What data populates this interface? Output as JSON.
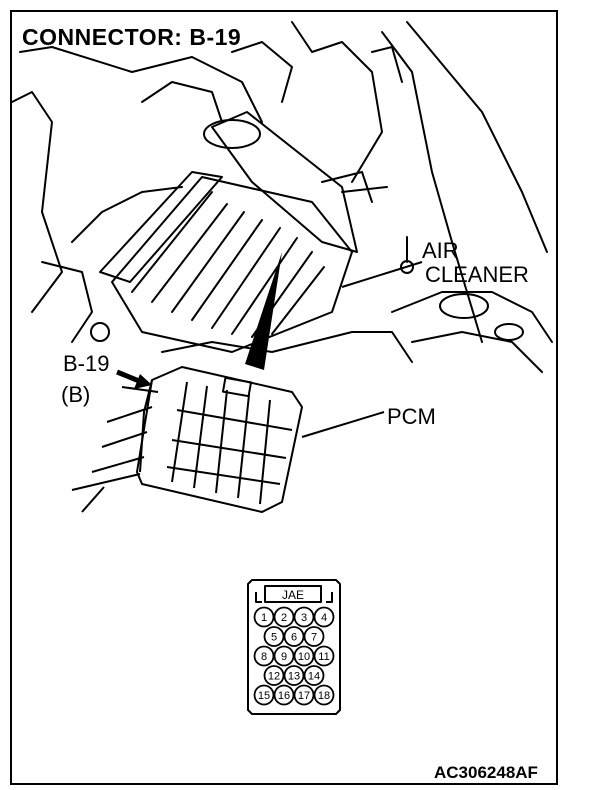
{
  "diagram": {
    "title": "CONNECTOR: B-19",
    "labels": {
      "air_line1": "AIR",
      "air_line2": "CLEANER",
      "connector_id": "B-19",
      "connector_color": "(B)",
      "pcm": "PCM"
    },
    "connector_face": {
      "maker": "JAE",
      "rows": [
        [
          "1",
          "2",
          "3",
          "4"
        ],
        [
          "5",
          "6",
          "7"
        ],
        [
          "8",
          "9",
          "10",
          "11"
        ],
        [
          "12",
          "13",
          "14"
        ],
        [
          "15",
          "16",
          "17",
          "18"
        ]
      ]
    },
    "figure_code": "AC306248AF"
  }
}
